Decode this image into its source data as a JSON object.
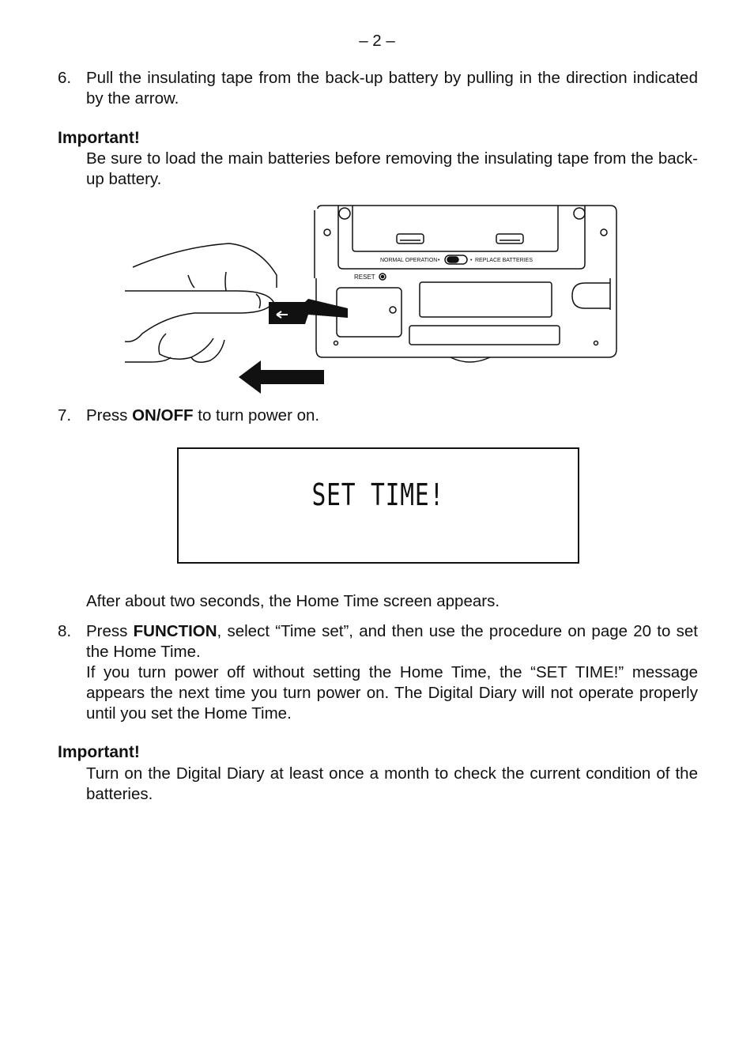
{
  "page": {
    "number": "– 2 –"
  },
  "step6": {
    "number": "6.",
    "text": "Pull the insulating tape from the back-up battery by pulling in the direction indicated by the arrow."
  },
  "important1": {
    "heading": "Important!",
    "text": "Be sure to load the main batteries before removing the insulating tape from the back-up battery."
  },
  "figure": {
    "label_normal": "NORMAL OPERATION",
    "label_replace": "REPLACE BATTERIES",
    "label_reset": "RESET"
  },
  "step7": {
    "number": "7.",
    "prefix": "Press ",
    "key": "ON/OFF",
    "suffix": " to turn power on."
  },
  "lcd": {
    "text": "SET TIME!"
  },
  "after_lcd": {
    "text": "After about two seconds, the Home Time screen appears."
  },
  "step8": {
    "number": "8.",
    "prefix": "Press ",
    "key": "FUNCTION",
    "suffix": ", select “Time set”, and then use the procedure on page 20 to set the Home Time.",
    "text2": "If you turn power off without setting the Home Time, the “SET TIME!” message appears the next time you turn power on. The Digital Diary will not operate properly until you set the Home Time."
  },
  "important2": {
    "heading": "Important!",
    "text": "Turn on the Digital Diary at least once a month to check the current condition of the batteries."
  }
}
